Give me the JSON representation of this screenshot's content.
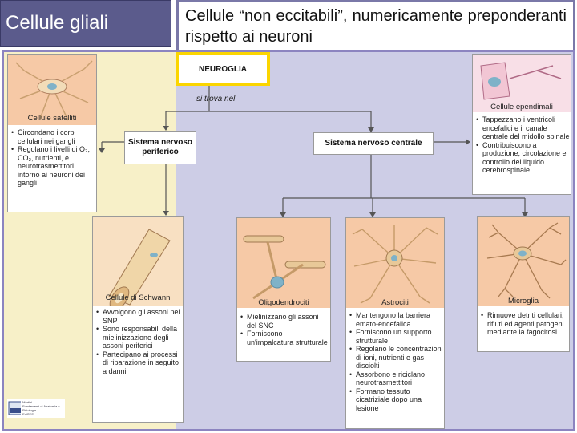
{
  "title": "Cellule gliali",
  "subtitle": "Cellule “non eccitabili”, numericamente preponderanti rispetto ai neuroni",
  "diagram": {
    "root": "NEUROGLIA",
    "connector_label": "si trova nel",
    "pns": "Sistema nervoso periferico",
    "cns": "Sistema nervoso centrale"
  },
  "cells": {
    "satellite": {
      "name": "Cellule satelliti",
      "bullets": [
        "Circondano i corpi cellulari nei gangli",
        "Regolano i livelli di O₂, CO₂, nutrienti, e neurotrasmettitori intorno ai neuroni dei gangli"
      ]
    },
    "ependymal": {
      "name": "Cellule ependimali",
      "bullets": [
        "Tappezzano i ventricoli encefalici e il canale centrale del midollo spinale",
        "Contribuiscono a produzione, circolazione e controllo del liquido cerebrospinale"
      ]
    },
    "schwann": {
      "name": "Cellule di Schwann",
      "bullets": [
        "Avvolgono gli assoni nel SNP",
        "Sono responsabili della mielinizzazione degli assoni periferici",
        "Partecipano ai processi di riparazione in seguito a danni"
      ]
    },
    "oligodendrocyte": {
      "name": "Oligodendrociti",
      "bullets": [
        "Mielinizzano gli assoni del SNC",
        "Forniscono un'impalcatura strutturale"
      ]
    },
    "astrocyte": {
      "name": "Astrociti",
      "bullets": [
        "Mantengono la barriera emato-encefalica",
        "Forniscono un supporto strutturale",
        "Regolano le concentrazioni di ioni, nutrienti e gas disciolti",
        "Assorbono e riciclano neurotrasmettitori",
        "Formano tessuto cicatriziale dopo una lesione"
      ]
    },
    "microglia": {
      "name": "Microglia",
      "bullets": [
        "Rimuove detriti cellulari, rifiuti ed agenti patogeni mediante la fagocitosi"
      ]
    }
  },
  "logo": {
    "line1": "Martini",
    "line2": "Fondamenti di Anatomia e Fisiologia",
    "line3": "EdiSES"
  },
  "colors": {
    "title_bg": "#5b5b8c",
    "pns_bg": "#f7f0c8",
    "cns_bg": "#cdcde6",
    "highlight": "#fbd500",
    "nucleus": "#7fb2c8"
  }
}
